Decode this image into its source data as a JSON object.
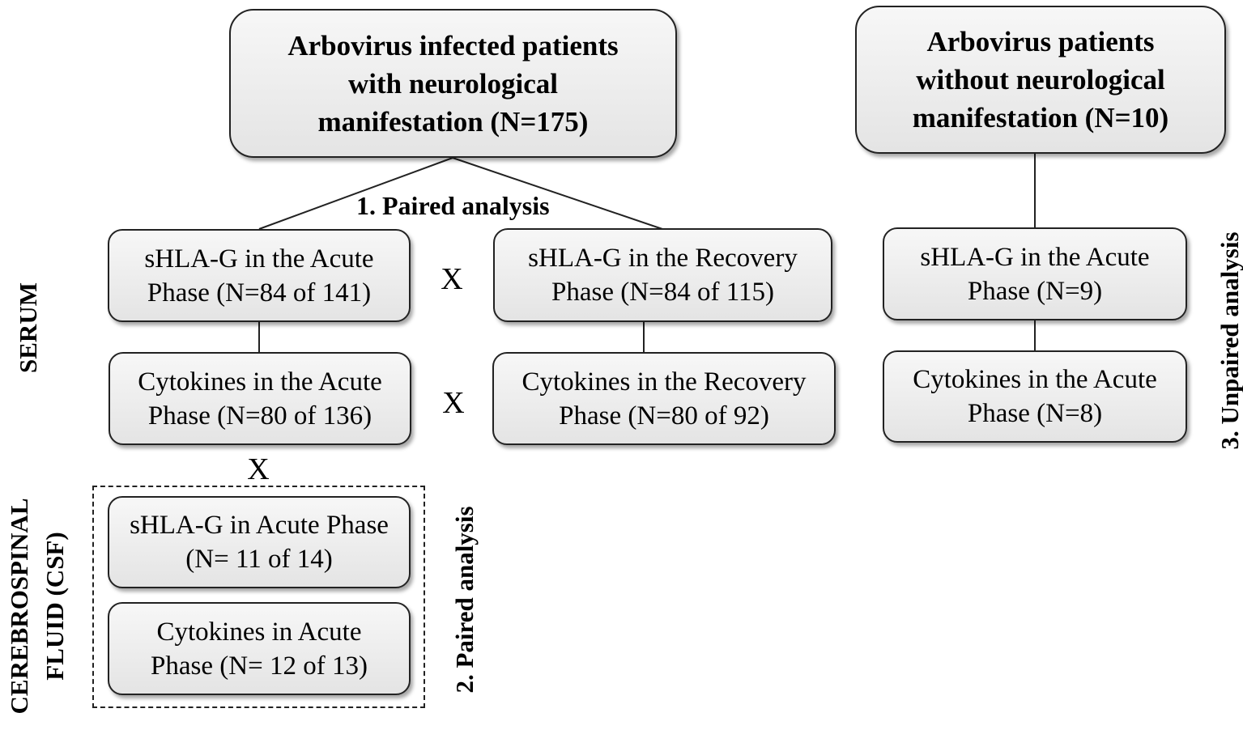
{
  "top_boxes": {
    "neuro": [
      "Arbovirus infected patients",
      "with neurological",
      "manifestation (N=175)"
    ],
    "non_neuro": [
      "Arbovirus patients",
      "without neurological",
      "manifestation (N=10)"
    ]
  },
  "analysis_labels": {
    "paired_1": "1. Paired analysis",
    "paired_2": "2. Paired analysis",
    "unpaired_3": "3. Unpaired analysis"
  },
  "side_labels": {
    "serum": "SERUM",
    "csf_line1": "CEREBROSPINAL",
    "csf_line2": "FLUID (CSF)"
  },
  "compare_mark": "X",
  "serum_boxes": {
    "shlag_acute": [
      "sHLA-G in the Acute",
      "Phase (N=84 of 141)"
    ],
    "shlag_recovery": [
      "sHLA-G in the Recovery",
      "Phase (N=84 of 115)"
    ],
    "cyto_acute": [
      "Cytokines in the Acute",
      "Phase (N=80 of 136)"
    ],
    "cyto_recovery": [
      "Cytokines in the Recovery",
      "Phase (N=80 of 92)"
    ],
    "shlag_acute_non_neuro": [
      "sHLA-G in the Acute",
      "Phase (N=9)"
    ],
    "cyto_acute_non_neuro": [
      "Cytokines in the Acute",
      "Phase (N=8)"
    ]
  },
  "csf_boxes": {
    "shlag_acute": [
      "sHLA-G in Acute Phase",
      "(N= 11 of 14)"
    ],
    "cyto_acute": [
      "Cytokines in Acute",
      "Phase (N= 12 of 13)"
    ]
  }
}
